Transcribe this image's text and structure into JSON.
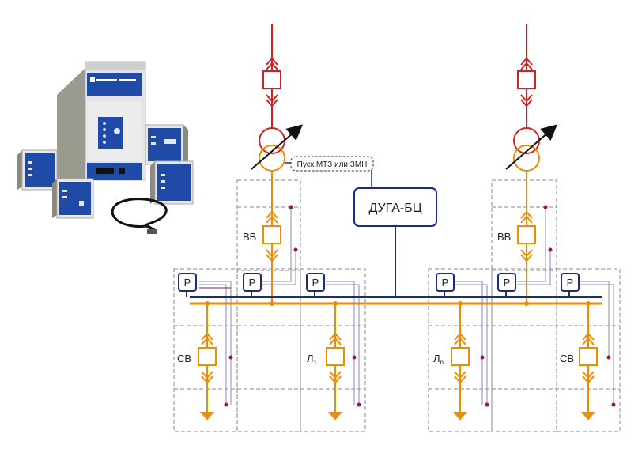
{
  "labels": {
    "controller": "ДУГА-БЦ",
    "trigger": "Пуск МТЗ или ЗМН",
    "relay": "Р",
    "incoming_breaker": "ВВ",
    "section_breaker": "СВ",
    "line_first": "Л",
    "line_first_sub": "1",
    "line_last": "Л",
    "line_last_sub": "n"
  },
  "colors": {
    "feeder": "#d42020",
    "bus": "#f08c00",
    "control": "#1c2a8c",
    "signal_a": "#8a8ac0",
    "signal_b": "#8a1a5a",
    "panel": "#8a8a8a",
    "device_face": "#1f4aa8"
  }
}
